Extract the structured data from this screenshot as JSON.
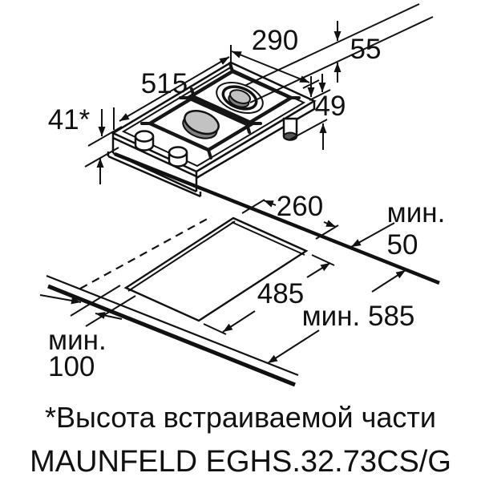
{
  "diagram": {
    "type": "appliance installation drawing",
    "views": {
      "hob_isometric": "two-burner domino gas hob with pan supports, two control knobs and gas connector",
      "worktop_cutout": "kitchen worktop with cutout and minimum clearances"
    },
    "labels": {
      "hob_width": "290",
      "edge_offset": "55",
      "hob_depth": "515",
      "built_in_height": "41*",
      "connector_height": "49",
      "cutout_width": "260",
      "min_right": "мин.",
      "min_right_value": "50",
      "cutout_depth": "485",
      "min_worktop_depth": "мин. 585",
      "min_left": "мин.",
      "min_left_value": "100"
    },
    "footnote": "*Высота встраиваемой части",
    "model": "MAUNFELD EGHS.32.73CS/G",
    "colors": {
      "ink": "#111111",
      "burner_cap": "#c2c2c2",
      "burner_side": "#808080",
      "background": "#ffffff"
    }
  }
}
